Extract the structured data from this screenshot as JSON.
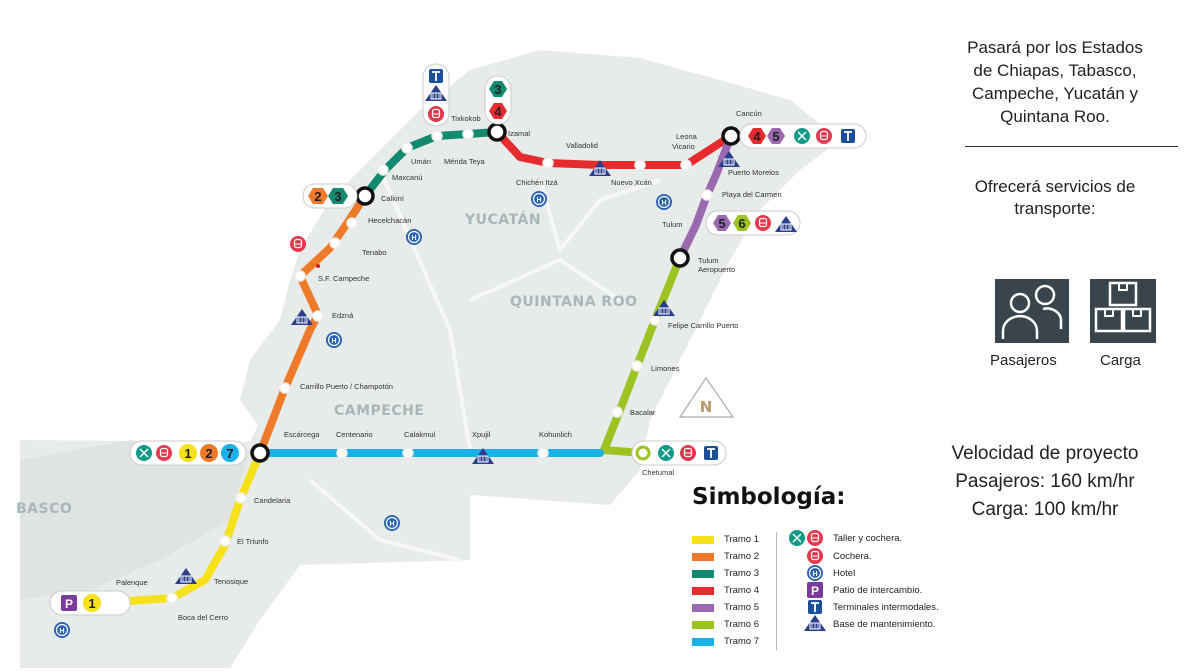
{
  "regions": {
    "yucatan": "YUCATÁN",
    "quintana_roo": "QUINTANA ROO",
    "campeche": "CAMPECHE",
    "tabasco": "BASCO"
  },
  "north": "N",
  "colors": {
    "tramo1": "#f7e11b",
    "tramo2": "#ef7a2a",
    "tramo3": "#138a6f",
    "tramo4": "#e62b2e",
    "tramo5": "#9b69b0",
    "tramo6": "#9cc321",
    "tramo7": "#1ab0e8",
    "land": "#e6eae8",
    "legend_dark": "#1c3f86"
  },
  "stations": {
    "palenque": "Palenque",
    "boca_del_cerro": "Boca del Cerro",
    "tenosique": "Tenosique",
    "el_triunfo": "El Triunfo",
    "candelaria": "Candelaria",
    "escarcega": "Escárcega",
    "carrillo_champoton": "Carrillo Puerto / Champotón",
    "edzna": "Edzná",
    "sf_campeche": "S.F. Campeche",
    "tenabo": "Tenabo",
    "hecelchacan": "Hecelchacán",
    "calkini": "Calkiní",
    "maxcanu": "Maxcanú",
    "uman": "Umán",
    "merida_teya": "Mérida Teya",
    "tixkokob": "Tixkokob",
    "izamal": "Izamal",
    "chichen_itza": "Chichén Itzá",
    "valladolid": "Valladolid",
    "nuevo_xcan": "Nuevo Xcán",
    "leona_vicario_1": "Leona",
    "leona_vicario_2": "Vicario",
    "cancun": "Cancún",
    "puerto_morelos": "Puerto Morelos",
    "playa_del_carmen": "Playa del Carmen",
    "tulum": "Tulum",
    "tulum_aeropuerto_1": "Tulum",
    "tulum_aeropuerto_2": "Aeropuerto",
    "felipe_carrillo_puerto": "Felipe Carrillo Puerto",
    "limones": "Limones",
    "bacalar": "Bacalar",
    "chetumal": "Chetumal",
    "kohunlich": "Kohunlich",
    "xpujil": "Xpujil",
    "calakmul": "Calakmul",
    "centenario": "Centenario"
  },
  "badges": {
    "palenque": [
      "1"
    ],
    "escarcega": [
      "1",
      "2",
      "7"
    ],
    "calkini": [
      "2",
      "3"
    ],
    "izamal": [
      "3",
      "4"
    ],
    "cancun": [
      "4",
      "5"
    ],
    "tulum": [
      "5",
      "6"
    ],
    "hotel_glyph": "H",
    "patio_glyph": "P",
    "terminal_glyph": "T"
  },
  "info": {
    "states_lines": [
      "Pasará por los Estados",
      "de  Chiapas, Tabasco,",
      "Campeche, Yucatán y",
      "Quintana Roo."
    ],
    "services_lines": [
      "Ofrecerá  servicios  de",
      "transporte:"
    ],
    "passengers_label": "Pasajeros",
    "cargo_label": "Carga",
    "speed_lines": [
      "Velocidad de  proyecto",
      "Pasajeros: 160 km/hr",
      "Carga: 100 km/hr"
    ]
  },
  "legend": {
    "title": "Simbología:",
    "tramos": [
      {
        "label": "Tramo 1",
        "color": "#f7e11b"
      },
      {
        "label": "Tramo 2",
        "color": "#ef7a2a"
      },
      {
        "label": "Tramo 3",
        "color": "#138a6f"
      },
      {
        "label": "Tramo 4",
        "color": "#e62b2e"
      },
      {
        "label": "Tramo 5",
        "color": "#9b69b0"
      },
      {
        "label": "Tramo 6",
        "color": "#9cc321"
      },
      {
        "label": "Tramo 7",
        "color": "#1ab0e8"
      }
    ],
    "symbols": [
      {
        "label": "Taller y cochera.",
        "icon": "workshop-garage-icon"
      },
      {
        "label": "Cochera.",
        "icon": "garage-icon"
      },
      {
        "label": "Hotel",
        "icon": "hotel-icon"
      },
      {
        "label": "Patio de intercambio.",
        "icon": "interchange-yard-icon"
      },
      {
        "label": "Terminales intermodales.",
        "icon": "intermodal-terminal-icon"
      },
      {
        "label": "Base de mantenimiento.",
        "icon": "maintenance-base-icon"
      }
    ]
  }
}
